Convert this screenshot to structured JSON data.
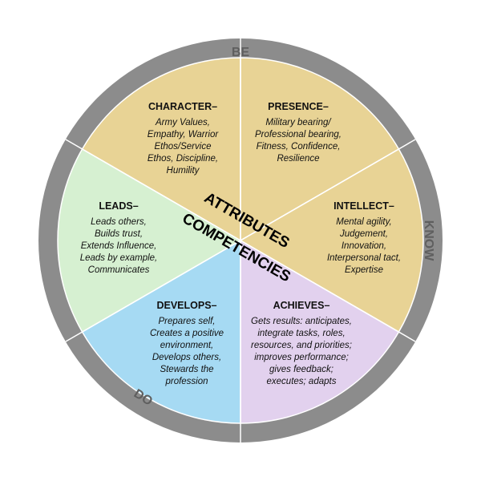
{
  "ring": {
    "be": "BE",
    "know": "KNOW",
    "do": "DO"
  },
  "center": {
    "attributes": "ATTRIBUTES",
    "competencies": "COMPETENCIES"
  },
  "colors": {
    "ring": "#8c8c8c",
    "tan": "#e8d395",
    "green": "#d6f0d1",
    "blue": "#a6daf3",
    "lavender": "#e2d1ee"
  },
  "segments": {
    "character": {
      "heading": "CHARACTER–",
      "lines": [
        "Army Values,",
        "Empathy, Warrior",
        "Ethos/Service",
        "Ethos, Discipline,",
        "Humility"
      ]
    },
    "presence": {
      "heading": "PRESENCE–",
      "lines": [
        "Military bearing/",
        "Professional bearing,",
        "Fitness, Confidence,",
        "Resilience"
      ]
    },
    "intellect": {
      "heading": "INTELLECT–",
      "lines": [
        "Mental agility,",
        "Judgement,",
        "Innovation,",
        "Interpersonal tact,",
        "Expertise"
      ]
    },
    "leads": {
      "heading": "LEADS–",
      "lines": [
        "Leads others,",
        "Builds trust,",
        "Extends Influence,",
        "Leads by example,",
        "Communicates"
      ]
    },
    "develops": {
      "heading": "DEVELOPS–",
      "lines": [
        "Prepares self,",
        "Creates a positive",
        "environment,",
        "Develops others,",
        "Stewards the",
        "profession"
      ]
    },
    "achieves": {
      "heading": "ACHIEVES–",
      "lines": [
        "Gets results: anticipates,",
        "integrate tasks, roles,",
        "resources, and priorities;",
        "improves performance;",
        "gives feedback;",
        "executes; adapts"
      ]
    }
  }
}
